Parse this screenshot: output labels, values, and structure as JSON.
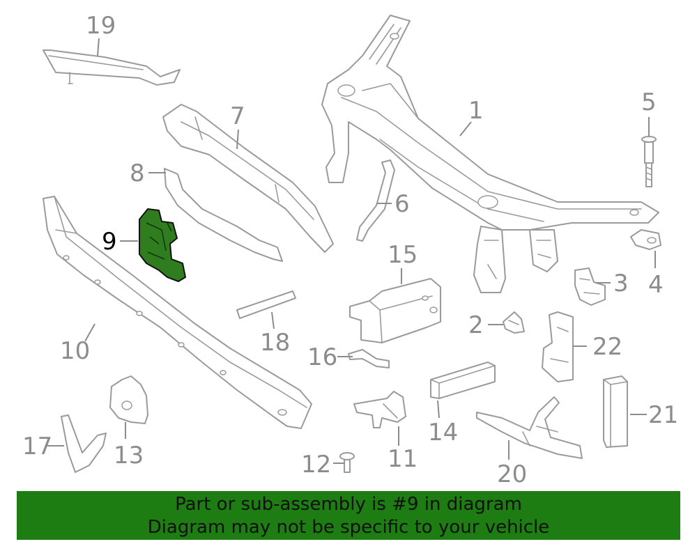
{
  "callouts": {
    "p1": "1",
    "p2": "2",
    "p3": "3",
    "p4": "4",
    "p5": "5",
    "p6": "6",
    "p7": "7",
    "p8": "8",
    "p9": "9",
    "p10": "10",
    "p11": "11",
    "p12": "12",
    "p13": "13",
    "p14": "14",
    "p15": "15",
    "p16": "16",
    "p17": "17",
    "p18": "18",
    "p19": "19",
    "p20": "20",
    "p21": "21",
    "p22": "22"
  },
  "highlighted_part": "9",
  "colors": {
    "highlight": "#2f7d1f",
    "banner": "#1e7d12",
    "line_art": "#9a9a9a"
  },
  "banner": {
    "line1": "Part or sub-assembly is #9 in diagram",
    "line2": "Diagram may not be specific to your vehicle"
  }
}
